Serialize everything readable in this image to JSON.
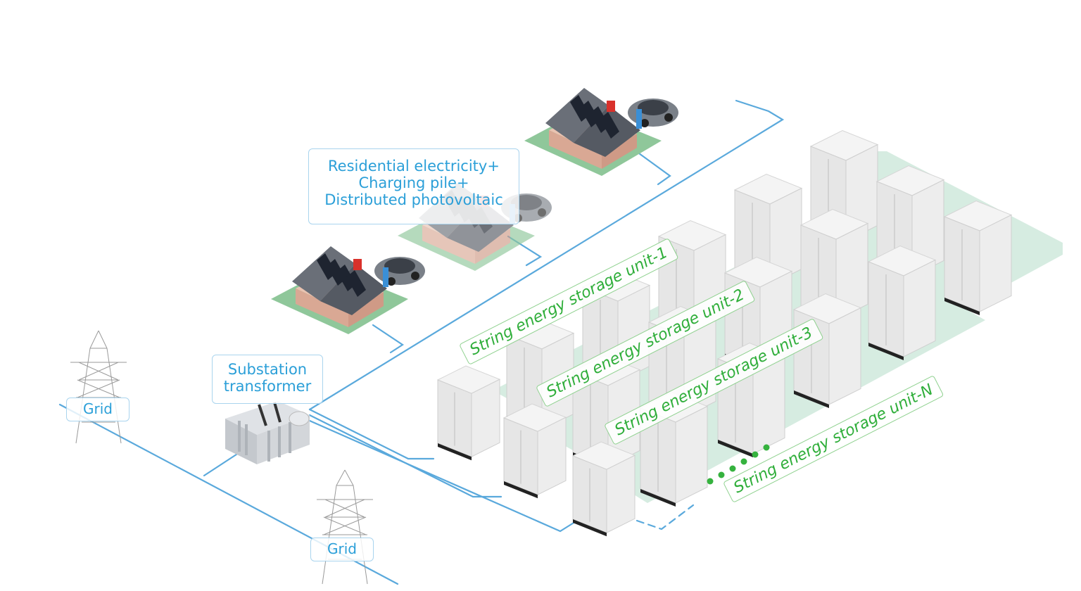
{
  "labels": {
    "residential": [
      "Residential electricity+",
      "Charging pile+",
      "Distributed photovoltaic"
    ],
    "substation": [
      "Substation",
      "transformer"
    ],
    "grid_left": "Grid",
    "grid_bottom": "Grid"
  },
  "storage_units": [
    "String energy storage unit-1",
    "String energy storage unit-2",
    "String energy storage unit-3",
    "String energy storage unit-N"
  ],
  "colors": {
    "line": "#5aa9dc",
    "label_text": "#2b9fd8",
    "label_border": "#a9d4ee",
    "storage_text": "#2fae3a",
    "storage_border": "#8fd18f",
    "ground_strip": "#cfe9dc",
    "cabinet": "#eeeeee"
  },
  "icons": {
    "house": "house-solar-icon",
    "car": "ev-car-icon",
    "charger": "charging-pile-icon",
    "tower": "transmission-tower-icon",
    "transformer": "transformer-icon",
    "cabinet": "storage-cabinet-icon",
    "ellipsis": "dots-icon"
  }
}
